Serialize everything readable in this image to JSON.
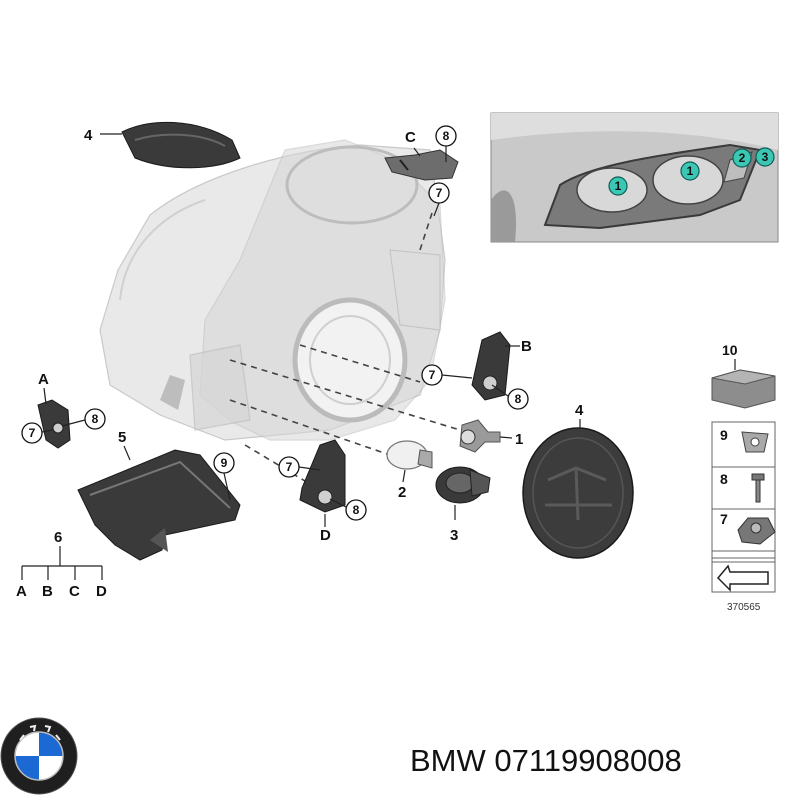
{
  "labels": {
    "l4top": "4",
    "lC": "C",
    "c8top": "8",
    "c7top": "7",
    "lB": "B",
    "c7b": "7",
    "c8b": "8",
    "lA": "A",
    "c7a": "7",
    "c8a": "8",
    "l5": "5",
    "c9": "9",
    "c7d": "7",
    "c8d": "8",
    "lD": "D",
    "l1": "1",
    "l2": "2",
    "l3": "3",
    "l4disc": "4",
    "l6": "6",
    "tA": "A",
    "tB": "B",
    "tC": "C",
    "tD": "D"
  },
  "inset": {
    "c1a": "1",
    "c1b": "1",
    "c2": "2",
    "c3": "3",
    "accent": "#3cc6b4"
  },
  "parts_table": {
    "l10": "10",
    "l9": "9",
    "l8": "8",
    "l7": "7",
    "diagram_number": "370565"
  },
  "footer": {
    "part_text": "BMW 07119908008"
  },
  "colors": {
    "bmw_blue": "#1c69d3",
    "ink": "#111111"
  }
}
